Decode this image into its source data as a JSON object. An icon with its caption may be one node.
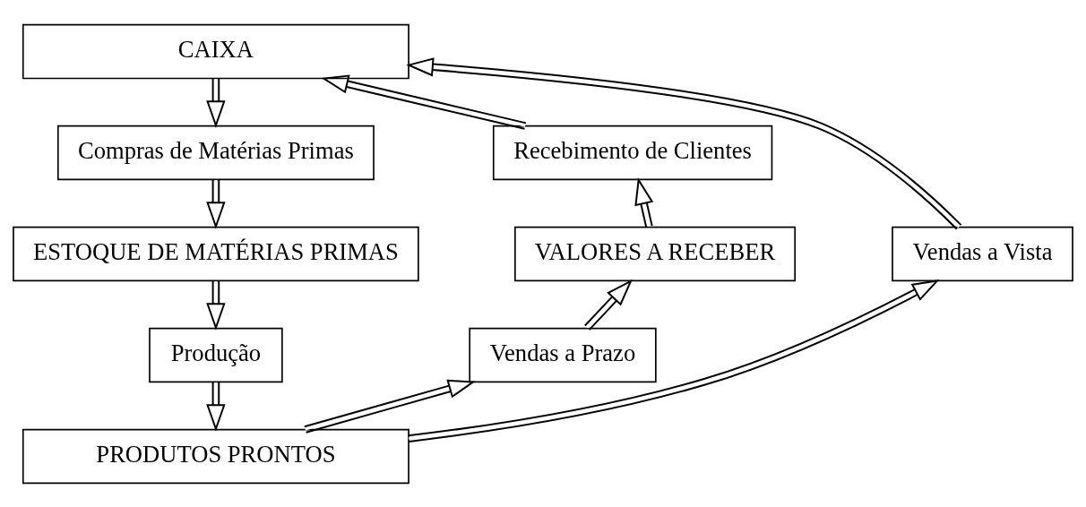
{
  "diagram": {
    "nodes": [
      {
        "text": [
          "CAIXA"
        ]
      },
      {
        "text": [
          "Recebimento de Clientes"
        ]
      },
      {
        "text": [
          "Compras de Matérias Primas"
        ]
      },
      {
        "text": [
          "VALORES A RECEBER"
        ]
      },
      {
        "text": [
          "Vendas a Vista"
        ]
      },
      {
        "text": [
          "ESTOQUE DE MATÉRIAS PRIMAS"
        ]
      },
      {
        "text": [
          "Vendas a Prazo"
        ]
      },
      {
        "text": [
          "Produção"
        ]
      },
      {
        "text": [
          "PRODUTOS PRONTOS"
        ]
      }
    ],
    "edges": [
      {
        "from": 0,
        "to": 2,
        "arrow": "to"
      },
      {
        "from": 2,
        "to": 5,
        "arrow": "to"
      },
      {
        "from": 5,
        "to": 7,
        "arrow": "to"
      },
      {
        "from": 7,
        "to": 8,
        "arrow": "to"
      },
      {
        "from": 8,
        "to": 6,
        "arrow": "to"
      },
      {
        "from": 6,
        "to": 3,
        "arrow": "to"
      },
      {
        "from": 3,
        "to": 1,
        "arrow": "to"
      },
      {
        "from": 1,
        "to": 0,
        "arrow": "to"
      },
      {
        "from": 8,
        "to": 4,
        "arrow": "to"
      },
      {
        "from": 4,
        "to": 0,
        "arrow": "to"
      }
    ]
  }
}
